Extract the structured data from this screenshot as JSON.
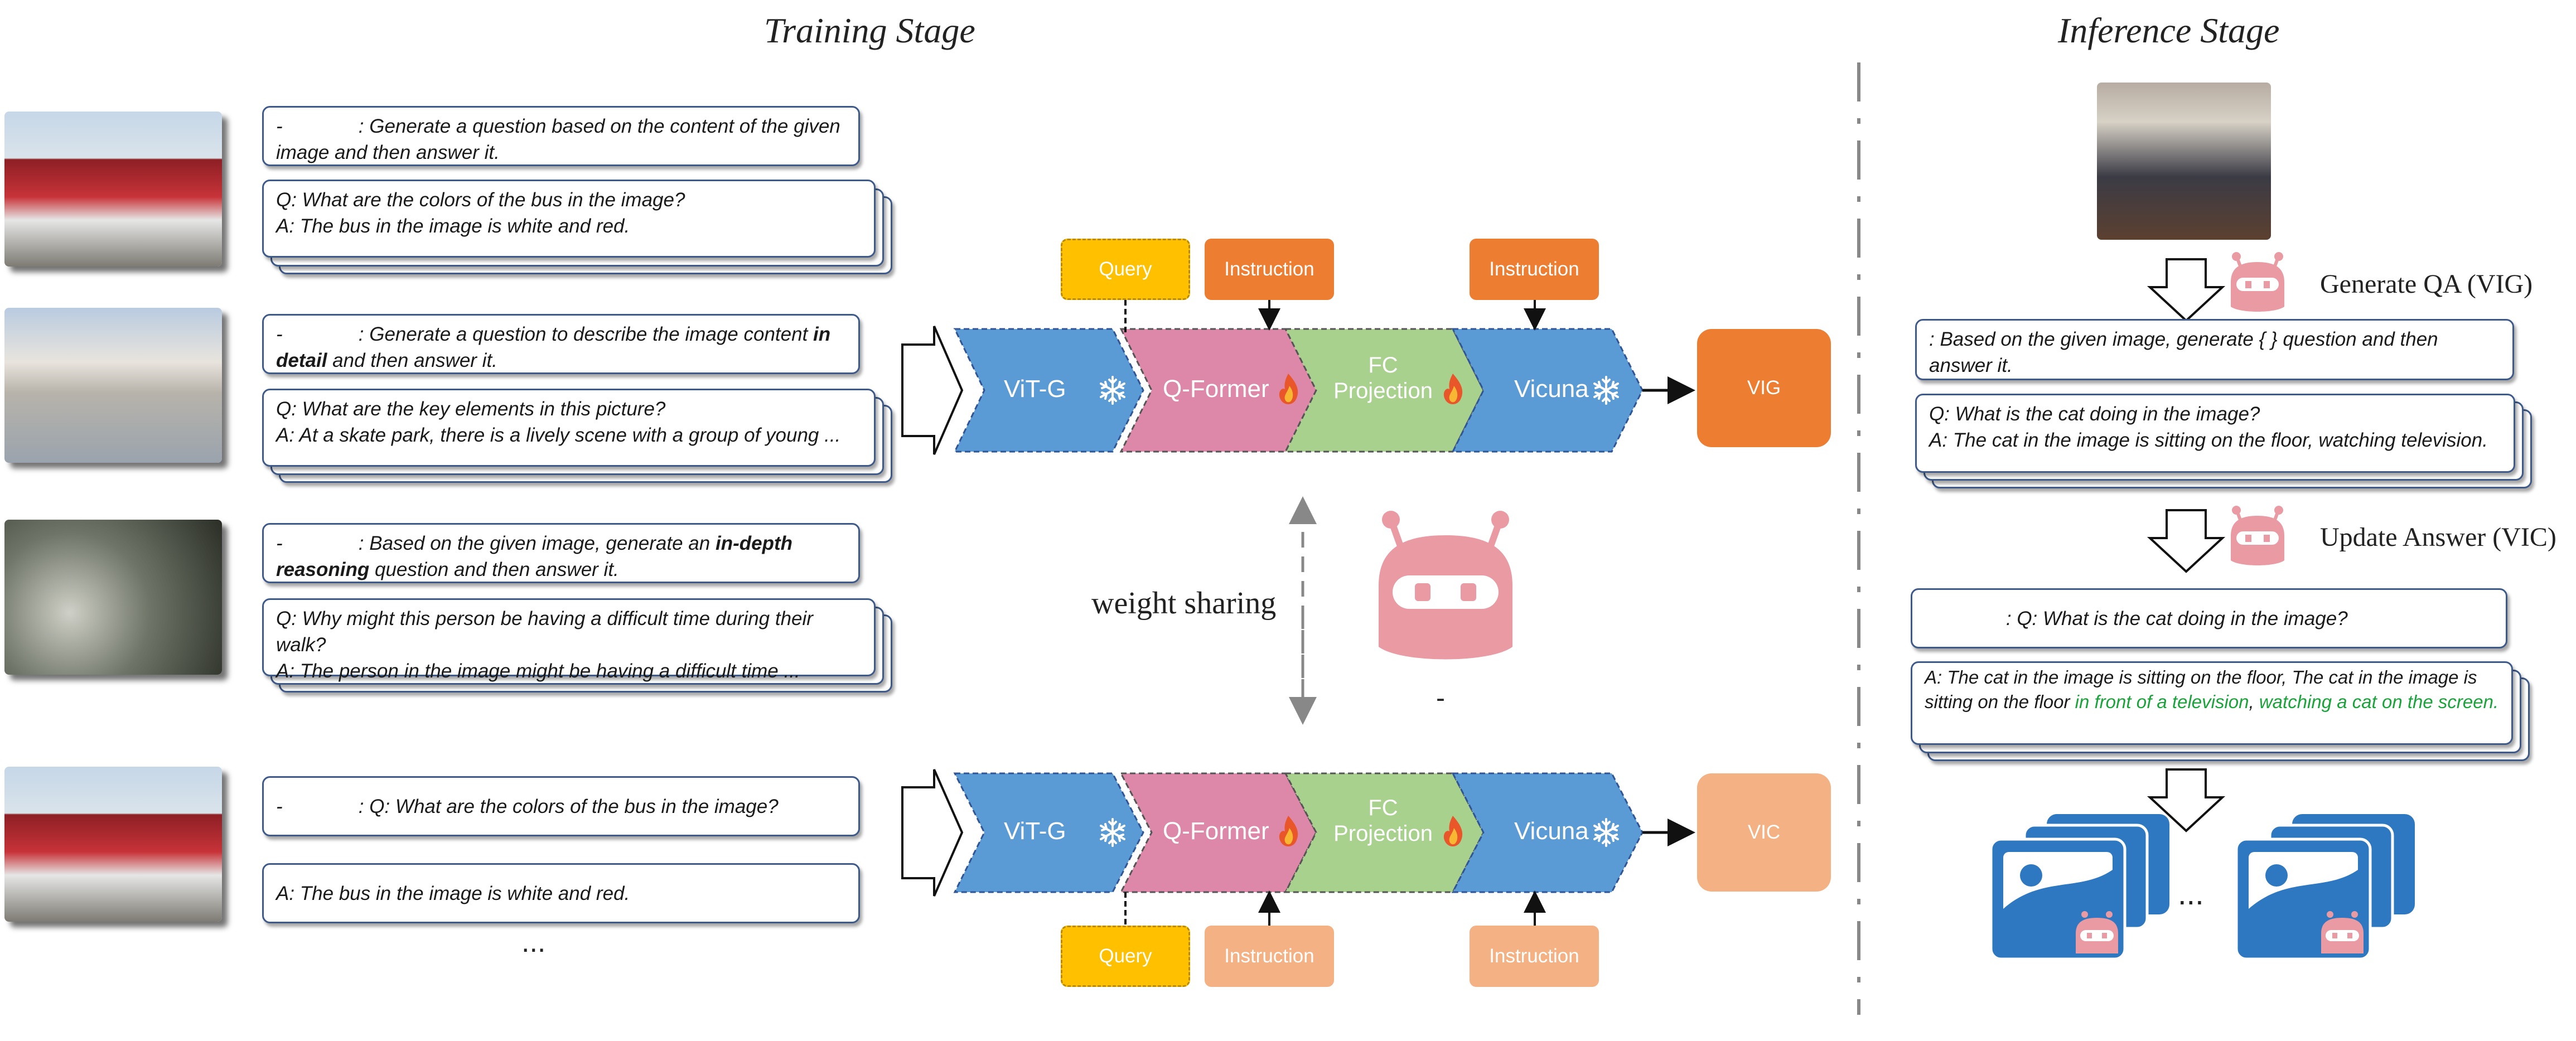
{
  "headings": {
    "training": "Training Stage",
    "inference": "Inference Stage"
  },
  "training_rows": [
    {
      "prompt_lead": "-",
      "prompt_text": ": Generate a question based on the content of the given image and then answer it.",
      "qa_q": "Q: What are the colors of the bus in the image?",
      "qa_a": "A:  The bus in the image is white and red."
    },
    {
      "prompt_lead": "-",
      "prompt_text": ": Generate a question to describe the image content ",
      "prompt_bold": "in detail",
      "prompt_tail": " and then answer it.",
      "qa_q": "Q: What are the key elements in this picture?",
      "qa_a": "A:  At a skate park, there is a lively scene with a group of young ..."
    },
    {
      "prompt_lead": "-",
      "prompt_text": ": Based on the given image, generate an ",
      "prompt_bold": "in-depth reasoning",
      "prompt_tail": " question and then answer it.",
      "qa_q": "Q: Why might this person be having a difficult time during their walk?",
      "qa_a": "A: The person in the image might be having a difficult time ..."
    }
  ],
  "vic_row": {
    "prompt_lead": "-",
    "prompt_text": ": Q: What are the colors of the bus in the image?",
    "answer": "A:  The bus in the image is white and red.",
    "more": "..."
  },
  "pipeline": {
    "vitg": "ViT-G",
    "qformer": "Q-Former",
    "fc": "FC Projection",
    "vicuna": "Vicuna",
    "query": "Query",
    "instruction": "Instruction",
    "out_top": "VIG",
    "out_bottom": "VIC"
  },
  "weight_sharing": "weight sharing",
  "robot_caption": "-",
  "inference": {
    "step1": "Generate QA (VIG)",
    "prompt_text": ": Based on the given image, generate  {        } question and then answer it.",
    "qa_q": "Q: What is the cat doing in the image?",
    "qa_a": "A: The cat in the image is sitting on the floor, watching television.",
    "step2": "Update  Answer (VIC)",
    "vic_q": ": Q: What is the cat doing in the image?",
    "vic_a_black": "A: The cat in the image is sitting on the floor, The cat in the image is sitting on the floor ",
    "vic_a_green1": "in front of a television",
    "vic_a_sep": ", ",
    "vic_a_green2": "watching a cat on the screen.",
    "ellipsis": "..."
  },
  "colors": {
    "blue": "#5b9bd5",
    "pink": "#dd88a8",
    "green": "#a9d18e",
    "orange": "#ed7d31",
    "light_orange": "#f4b183",
    "yellow": "#ffc000",
    "robot": "#ea9aa2",
    "teal": "#2e78c2",
    "green_text": "#1aa33a"
  },
  "icons": {
    "freeze": "snowflake-icon",
    "train": "flame-icon",
    "robot": "robot-icon"
  }
}
